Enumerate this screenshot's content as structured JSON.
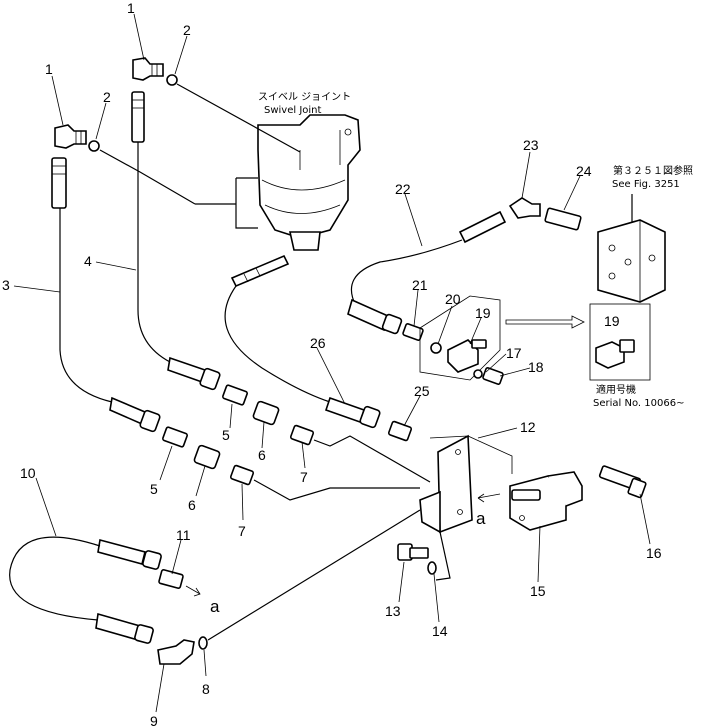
{
  "diagram": {
    "swivel_caption_jp": "スイベル ジョイント",
    "swivel_caption_en": "Swivel Joint",
    "ref_caption_jp": "第３２５１図参照",
    "ref_caption_en": "See Fig. 3251",
    "serial_caption_jp": "適用号機",
    "serial_caption_en": "Serial No. 10066~",
    "detail_label": "19",
    "marker_a_1": "a",
    "marker_a_2": "a",
    "callouts": {
      "c1a": "1",
      "c1b": "1",
      "c2a": "2",
      "c2b": "2",
      "c3": "3",
      "c4": "4",
      "c5a": "5",
      "c5b": "5",
      "c6a": "6",
      "c6b": "6",
      "c7a": "7",
      "c7b": "7",
      "c8": "8",
      "c9": "9",
      "c10": "10",
      "c11": "11",
      "c12": "12",
      "c13": "13",
      "c14": "14",
      "c15": "15",
      "c16": "16",
      "c17": "17",
      "c18": "18",
      "c19": "19",
      "c20": "20",
      "c21": "21",
      "c22": "22",
      "c23": "23",
      "c24": "24",
      "c25": "25",
      "c26": "26"
    }
  }
}
